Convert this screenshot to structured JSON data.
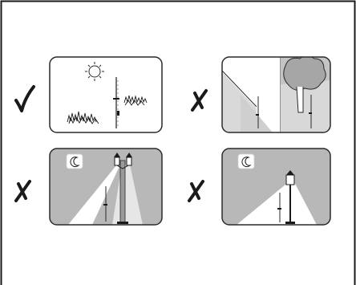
{
  "colors": {
    "frame": "#1a1a1a",
    "panel_stroke": "#2a2a2a",
    "night_bg": "#b8b8b8",
    "light_beam": "#ffffff",
    "shade": "#c9c9c9",
    "tree": "#a6a6a6",
    "mark": "#1a1a1a"
  },
  "panels": [
    {
      "id": "sunny-field",
      "verdict": "correct",
      "mark_icon": "checkmark-icon",
      "scene_icon": "sun-icon"
    },
    {
      "id": "shaded-by-building-and-tree",
      "verdict": "incorrect",
      "mark_icon": "cross-icon",
      "scene_icon": "tree-icon"
    },
    {
      "id": "under-street-lamp",
      "verdict": "incorrect",
      "mark_icon": "cross-icon",
      "scene_icon": "moon-icon"
    },
    {
      "id": "lamp-post-night",
      "verdict": "incorrect",
      "mark_icon": "cross-icon",
      "scene_icon": "moon-icon"
    }
  ]
}
